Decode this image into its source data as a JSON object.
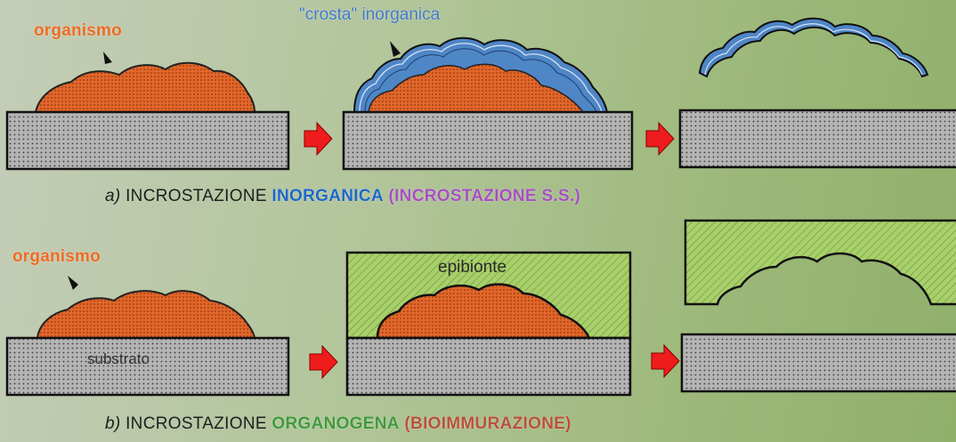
{
  "row_a": {
    "organism_label": "organismo",
    "crust_label": "\"crosta\" inorganica",
    "caption": {
      "letter": "a)",
      "prefix": "INCROSTAZIONE",
      "highlight": "INORGANICA",
      "parenthetical": "(INCROSTAZIONE S.S.)"
    }
  },
  "row_b": {
    "organism_label": "organismo",
    "epibiont_label": "epibionte",
    "substrate_label": "substrato",
    "caption": {
      "letter": "b)",
      "prefix": "INCROSTAZIONE",
      "highlight": "ORGANOGENA",
      "parenthetical": "(BIOIMMURAZIONE)"
    }
  },
  "colors": {
    "organism": "#e2662a",
    "crust": "#4f86c6",
    "epibiont": "#a8d06a",
    "substrate": "#a9a9a9",
    "arrow": "#ee1c1c"
  }
}
